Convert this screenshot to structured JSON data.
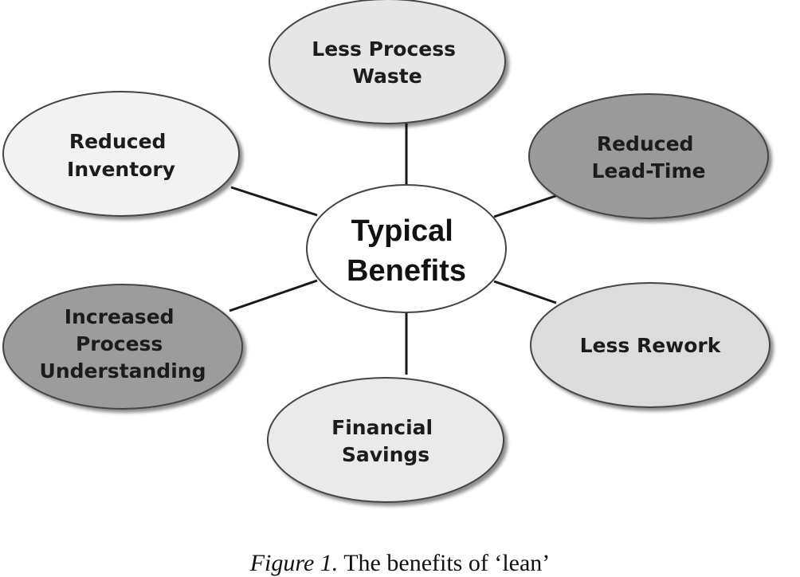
{
  "diagram": {
    "center": {
      "lines": [
        "Typical",
        "Benefits"
      ],
      "color": "#ffffff"
    },
    "nodes": [
      {
        "id": "less-process-waste",
        "lines": [
          "Less Process",
          "Waste"
        ],
        "color": "#e6e6e6"
      },
      {
        "id": "reduced-inventory",
        "lines": [
          "Reduced",
          "Inventory"
        ],
        "color": "#f2f2f2"
      },
      {
        "id": "reduced-lead-time",
        "lines": [
          "Reduced",
          "Lead-Time"
        ],
        "color": "#9a9a9a"
      },
      {
        "id": "increased-process-understanding",
        "lines": [
          "Increased",
          "Process",
          "Understanding"
        ],
        "color": "#9c9c9c"
      },
      {
        "id": "less-rework",
        "lines": [
          "Less Rework"
        ],
        "color": "#dcdcdc"
      },
      {
        "id": "financial-savings",
        "lines": [
          "Financial",
          "Savings"
        ],
        "color": "#eaeaea"
      }
    ]
  },
  "caption": {
    "label": "Figure 1.",
    "text": "The benefits of ‘lean’"
  }
}
